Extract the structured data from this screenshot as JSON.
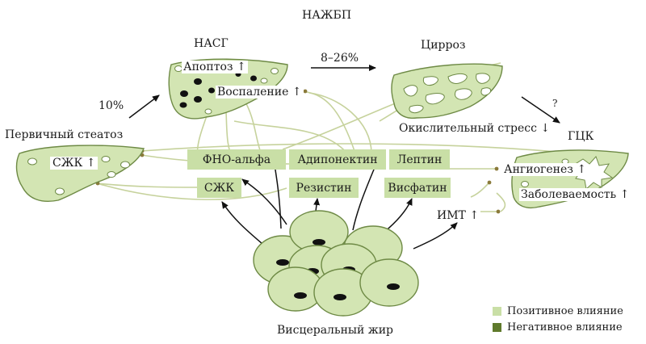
{
  "title": "НАЖБП",
  "stages": {
    "nasg": "НАСГ",
    "cirrhosis": "Цирроз",
    "gck": "ГЦК",
    "steatosis": "Первичный стеатоз"
  },
  "arrow_labels": {
    "steatosis_to_nasg": "10%",
    "nasg_to_cirrhosis": "8–26%",
    "cirrhosis_to_gck": "?"
  },
  "effects": {
    "apoptosis": "Апоптоз ↑",
    "inflammation": "Воспаление ↑",
    "sjk_liver": "СЖК ↑",
    "oxidative_stress": "Окислительный стресс ↓",
    "angiogenesis": "Ангиогенез ↑",
    "morbidity": "Заболеваемость ↑",
    "bmi": "ИМТ ↑"
  },
  "mediators": {
    "tnf": "ФНО-альфа",
    "adiponectin": "Адипонектин",
    "leptin": "Лептин",
    "sjk": "СЖК",
    "resistin": "Резистин",
    "visfatin": "Висфатин"
  },
  "fat_label": "Висцеральный жир",
  "legend": [
    {
      "label": "Позитивное влияние",
      "color": "#c9dfa6"
    },
    {
      "label": "Негативное влияние",
      "color": "#5f7a2c"
    }
  ],
  "colors": {
    "tissue_fill": "#d3e5b3",
    "tissue_stroke": "#6e8a45",
    "box_fill": "#c9dfa6",
    "connector": "#c6d29c",
    "dot": "#8a7a3a"
  }
}
